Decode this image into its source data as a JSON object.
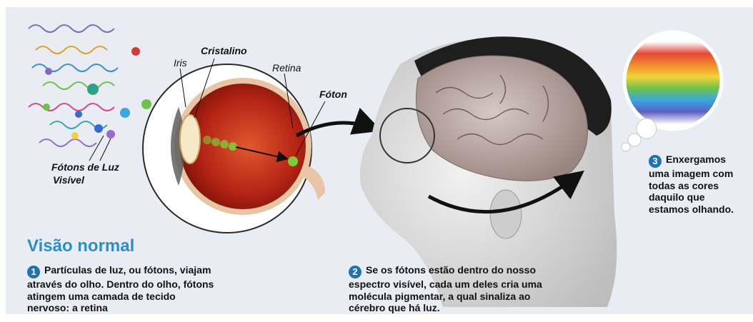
{
  "labels": {
    "iris": "Iris",
    "cristalino": "Cristalino",
    "retina": "Retina",
    "foton": "Fóton",
    "fotons_luz_line1": "Fótons de Luz",
    "fotons_luz_line2": "Visível"
  },
  "title": "Visão normal",
  "steps": [
    {
      "number": "1",
      "lines": [
        "Partículas de luz, ou fótons, viajam",
        "através do olho. Dentro do olho, fótons",
        "atingem uma camada de tecido",
        "nervoso: a retina"
      ]
    },
    {
      "number": "2",
      "lines": [
        "Se os fótons estão dentro do nosso",
        "espectro visível, cada um deles cria uma",
        "molécula pigmentar, a qual sinaliza ao",
        "cérebro que há luz."
      ]
    },
    {
      "number": "3",
      "lines": [
        "Enxergamos",
        "uma imagem com",
        "todas as cores",
        "daquilo que",
        "estamos olhando."
      ]
    }
  ],
  "colors": {
    "title": "#2a8fc6",
    "badge": "#1f73b5",
    "background": "#e9edf3",
    "eye_red": "#b52415",
    "photon_green": "#7ecb3a"
  }
}
